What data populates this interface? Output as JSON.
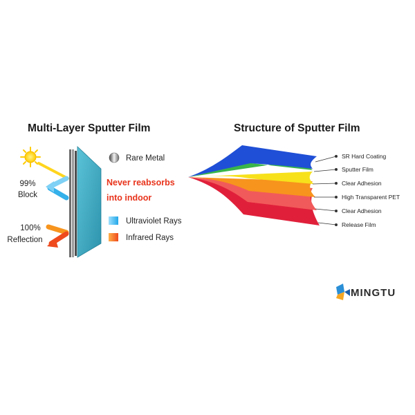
{
  "left": {
    "title": "Multi-Layer Sputter Film",
    "block": {
      "percent": "99%",
      "label": "Block"
    },
    "reflection": {
      "percent": "100%",
      "label": "Reflection"
    },
    "legend": {
      "rare_metal": "Rare Metal",
      "ultraviolet": "Ultraviolet Rays",
      "infrared": "Infrared Rays"
    },
    "note_line1": "Never reabsorbs",
    "note_line2": "into indoor"
  },
  "right": {
    "title": "Structure of Sputter Film",
    "layers": [
      {
        "label": "SR Hard Coating",
        "color": "#1f4fd6"
      },
      {
        "label": "Sputter Film",
        "color": "#39b54a"
      },
      {
        "label": "Clear Adhesion",
        "color": "#f7e11b"
      },
      {
        "label": "High Transparent PET",
        "color": "#f7941d"
      },
      {
        "label": "Clear Adhesion",
        "color": "#f15a5a"
      },
      {
        "label": "Release Film",
        "color": "#e0203b"
      }
    ]
  },
  "brand": {
    "name": "MINGTU"
  },
  "colors": {
    "note_red": "#e8341c",
    "uv_blue": "#3cb6ea",
    "ir_orange": "#f26522",
    "sun_yellow": "#ffd51e",
    "glass_teal": "#3aa8c1"
  }
}
